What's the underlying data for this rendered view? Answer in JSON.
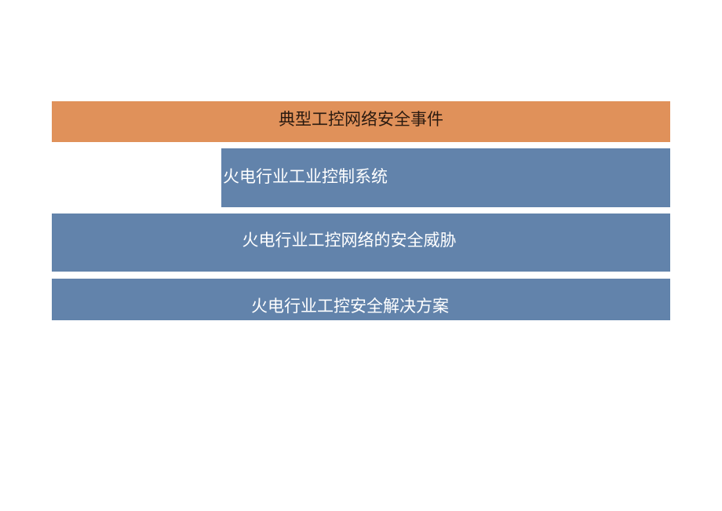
{
  "header": {
    "title": "典型工控网络安全事件"
  },
  "items": [
    {
      "label": "火电行业工业控制系统"
    },
    {
      "label": "火电行业工控网络的安全威胁"
    },
    {
      "label": "火电行业工控安全解决方案"
    }
  ],
  "colors": {
    "title_bg": "#e0915a",
    "title_text": "#2a1a10",
    "item_bg": "#6283ab",
    "item_text": "#ffffff",
    "page_bg": "#ffffff"
  }
}
